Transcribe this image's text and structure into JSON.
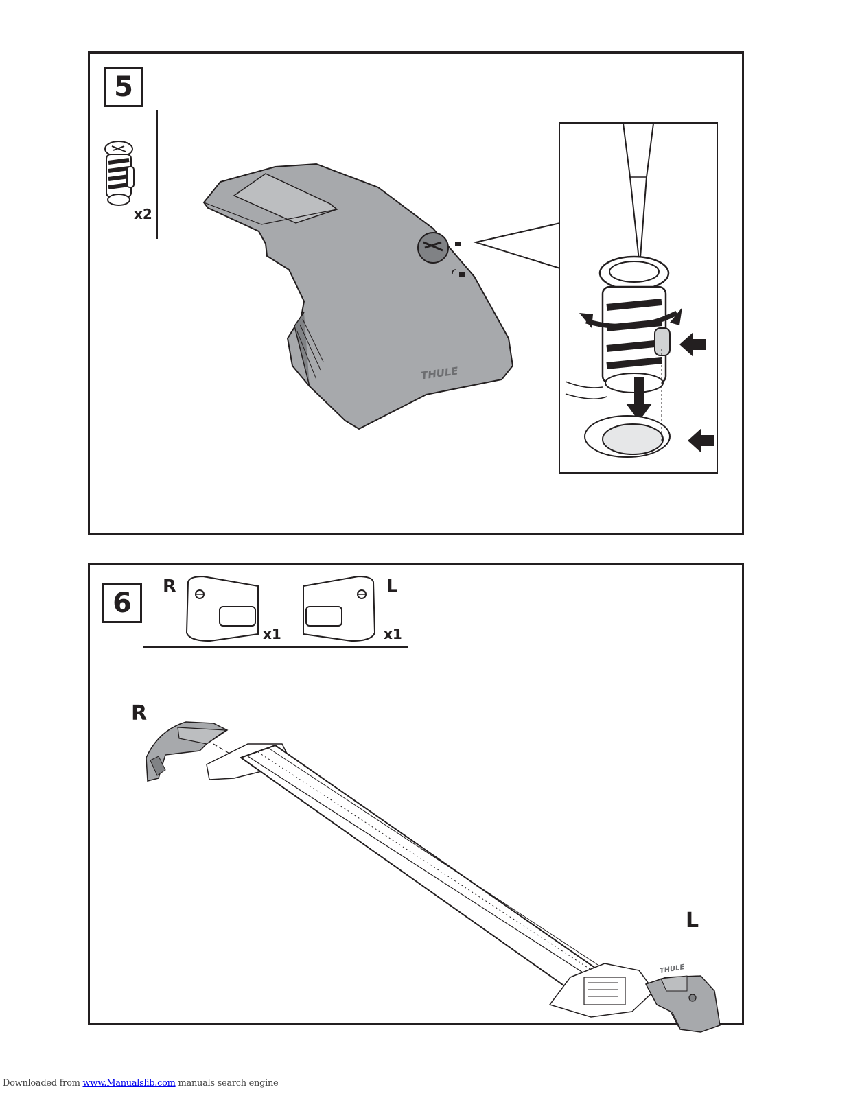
{
  "step5": {
    "number": "5",
    "part_quantity": "x2",
    "part_icon": "lock-cylinder-icon",
    "brand_mark": "THULE"
  },
  "step6": {
    "number": "6",
    "cap_right": {
      "label": "R",
      "quantity": "x1"
    },
    "cap_left": {
      "label": "L",
      "quantity": "x1"
    },
    "assembly_right_label": "R",
    "assembly_left_label": "L",
    "brand_mark": "THULE"
  },
  "footer": {
    "prefix": "Downloaded from ",
    "link_text": "www.Manualslib.com",
    "suffix": "  manuals search engine"
  },
  "colors": {
    "line": "#231f20",
    "part_fill": "#a7a9ac",
    "part_dark": "#808285"
  }
}
